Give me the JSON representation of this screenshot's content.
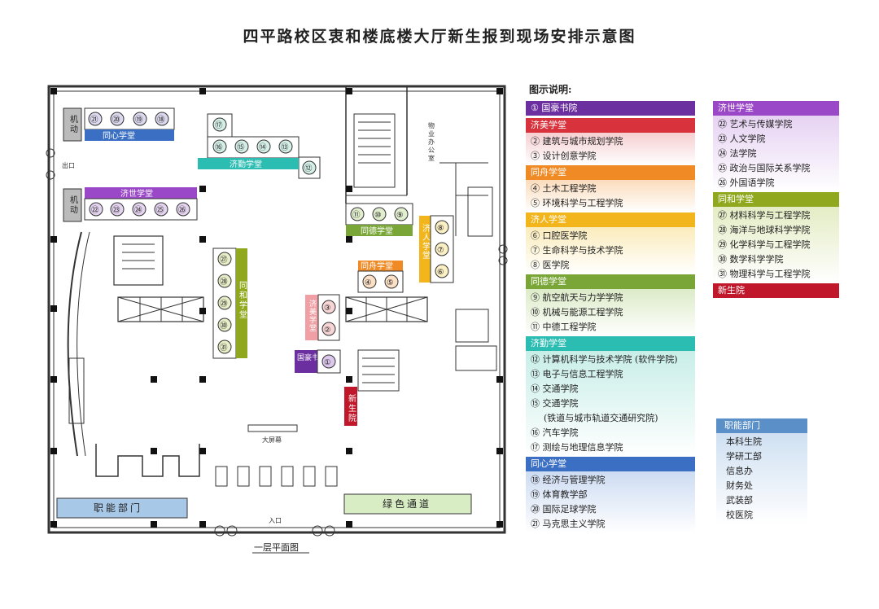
{
  "title": "四平路校区衷和楼底楼大厅新生报到现场安排示意图",
  "floor_label": "一层平面图",
  "map": {
    "exit_label": "出口",
    "entrance_label": "入口",
    "screen_label": "大屏幕",
    "property_office": "物业办公室",
    "jidong1": "机动",
    "jidong2": "机动",
    "dept_label": "职能部门",
    "green_label": "绿色通道",
    "tongxin": "同心学堂",
    "jiqin": "济勤学堂",
    "jishi": "济世学堂",
    "tongde": "同德学堂",
    "jiren": "济人学堂",
    "tongzhou": "同舟学堂",
    "tonghe": "同和学堂",
    "jimei": "济美学堂",
    "guohao": "国豪书院",
    "xinsheng": "新生院",
    "n1": "①",
    "n2": "②",
    "n3": "③",
    "n4": "④",
    "n5": "⑤",
    "n6": "⑥",
    "n7": "⑦",
    "n8": "⑧",
    "n9": "⑨",
    "n10": "⑩",
    "n11": "⑪",
    "n12": "⑫",
    "n13": "⑬",
    "n14": "⑭",
    "n15": "⑮",
    "n16": "⑯",
    "n17": "⑰",
    "n18": "⑱",
    "n19": "⑲",
    "n20": "⑳",
    "n21": "㉑",
    "n22": "㉒",
    "n23": "㉓",
    "n24": "㉔",
    "n25": "㉕",
    "n26": "㉖",
    "n27": "㉗",
    "n28": "㉘",
    "n29": "㉙",
    "n30": "㉚",
    "n31": "㉛"
  },
  "legend": {
    "title": "图示说明:",
    "guohao": "① 国豪书院",
    "jimei": {
      "name": "济美学堂",
      "items": [
        "② 建筑与城市规划学院",
        "③ 设计创意学院"
      ]
    },
    "tongzhou": {
      "name": "同舟学堂",
      "items": [
        "④ 土木工程学院",
        "⑤ 环境科学与工程学院"
      ]
    },
    "jiren": {
      "name": "济人学堂",
      "items": [
        "⑥ 口腔医学院",
        "⑦ 生命科学与技术学院",
        "⑧ 医学院"
      ]
    },
    "tongde": {
      "name": "同德学堂",
      "items": [
        "⑨ 航空航天与力学学院",
        "⑩ 机械与能源工程学院",
        "⑪ 中德工程学院"
      ]
    },
    "jiqin": {
      "name": "济勤学堂",
      "items": [
        "⑫ 计算机科学与技术学院 (软件学院)",
        "⑬ 电子与信息工程学院",
        "⑭ 交通学院",
        "⑮ 交通学院",
        "(铁道与城市轨道交通研究院)",
        "⑯ 汽车学院",
        "⑰ 测绘与地理信息学院"
      ]
    },
    "tongxin": {
      "name": "同心学堂",
      "items": [
        "⑱ 经济与管理学院",
        "⑲ 体育教学部",
        "⑳ 国际足球学院",
        "㉑ 马克思主义学院"
      ]
    },
    "jishi": {
      "name": "济世学堂",
      "items": [
        "㉒ 艺术与传媒学院",
        "㉓ 人文学院",
        "㉔ 法学院",
        "㉕ 政治与国际关系学院",
        "㉖ 外国语学院"
      ]
    },
    "tonghe": {
      "name": "同和学堂",
      "items": [
        "㉗ 材料科学与工程学院",
        "㉘ 海洋与地球科学学院",
        "㉙ 化学科学与工程学院",
        "㉚ 数学科学学院",
        "㉛ 物理科学与工程学院"
      ]
    },
    "xinsheng": "新生院",
    "dept": {
      "name": "职能部门",
      "items": [
        "本科生院",
        "学研工部",
        "信息办",
        "财务处",
        "武装部",
        "校医院"
      ]
    }
  },
  "colors": {
    "purple": "#6b2fa0",
    "crimson": "#d8323c",
    "orange": "#f08a24",
    "gold": "#f2b51c",
    "green": "#7aa638",
    "teal": "#2bbcb2",
    "blue": "#3a6fc4",
    "violet": "#9a48c8",
    "olive": "#8fa81e",
    "darkred": "#c0182a",
    "steel": "#5a8fc8",
    "lightgreen": "#d8edc4",
    "lightblue": "#a8c8e8"
  }
}
